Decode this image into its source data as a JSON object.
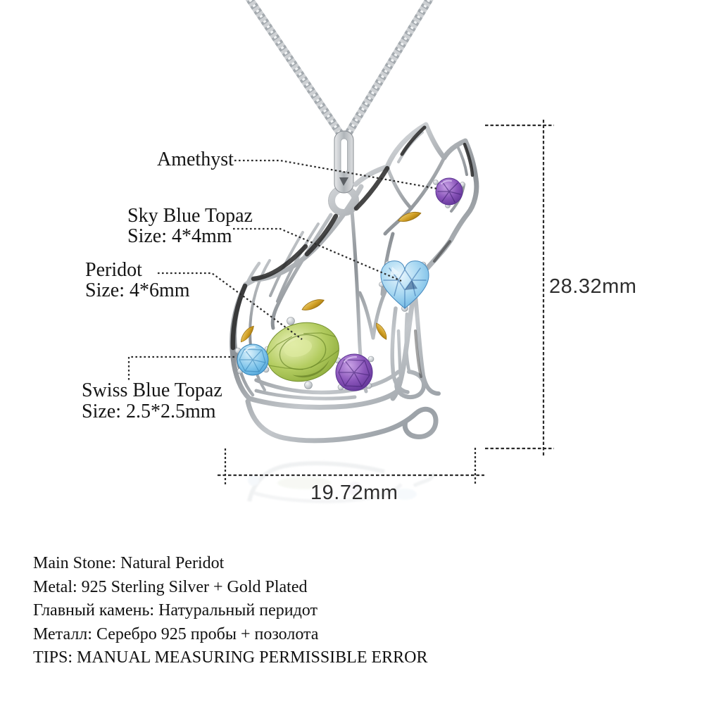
{
  "callouts": [
    {
      "label": "Amethyst",
      "size": ""
    },
    {
      "label": "Sky Blue Topaz",
      "size": "Size: 4*4mm"
    },
    {
      "label": "Peridot",
      "size": "Size: 4*6mm"
    },
    {
      "label": "Swiss Blue Topaz",
      "size": "Size: 2.5*2.5mm"
    }
  ],
  "dimensions": {
    "height_label": "28.32mm",
    "width_label": "19.72mm"
  },
  "specs": [
    "Main Stone: Natural Peridot",
    "Metal: 925 Sterling Silver + Gold Plated",
    "Главный камень: Натуральный перидот",
    "Металл: Серебро 925 пробы + позолота",
    "TIPS: MANUAL MEASURING PERMISSIBLE ERROR"
  ],
  "gemstones": [
    {
      "name": "Amethyst (head, round)",
      "color": "#7a48ab"
    },
    {
      "name": "Sky Blue Topaz (heart)",
      "color": "#8ecbee"
    },
    {
      "name": "Peridot (oval, main stone)",
      "color": "#9ebf4e"
    },
    {
      "name": "Amethyst (body, round)",
      "color": "#7a48ab"
    },
    {
      "name": "Swiss Blue Topaz (round)",
      "color": "#55aede"
    }
  ],
  "colors": {
    "background": "#ffffff",
    "silver": "#b5b9bd",
    "gold": "#c9961e",
    "annotation": "#2b2b2b",
    "text": "#151515"
  }
}
